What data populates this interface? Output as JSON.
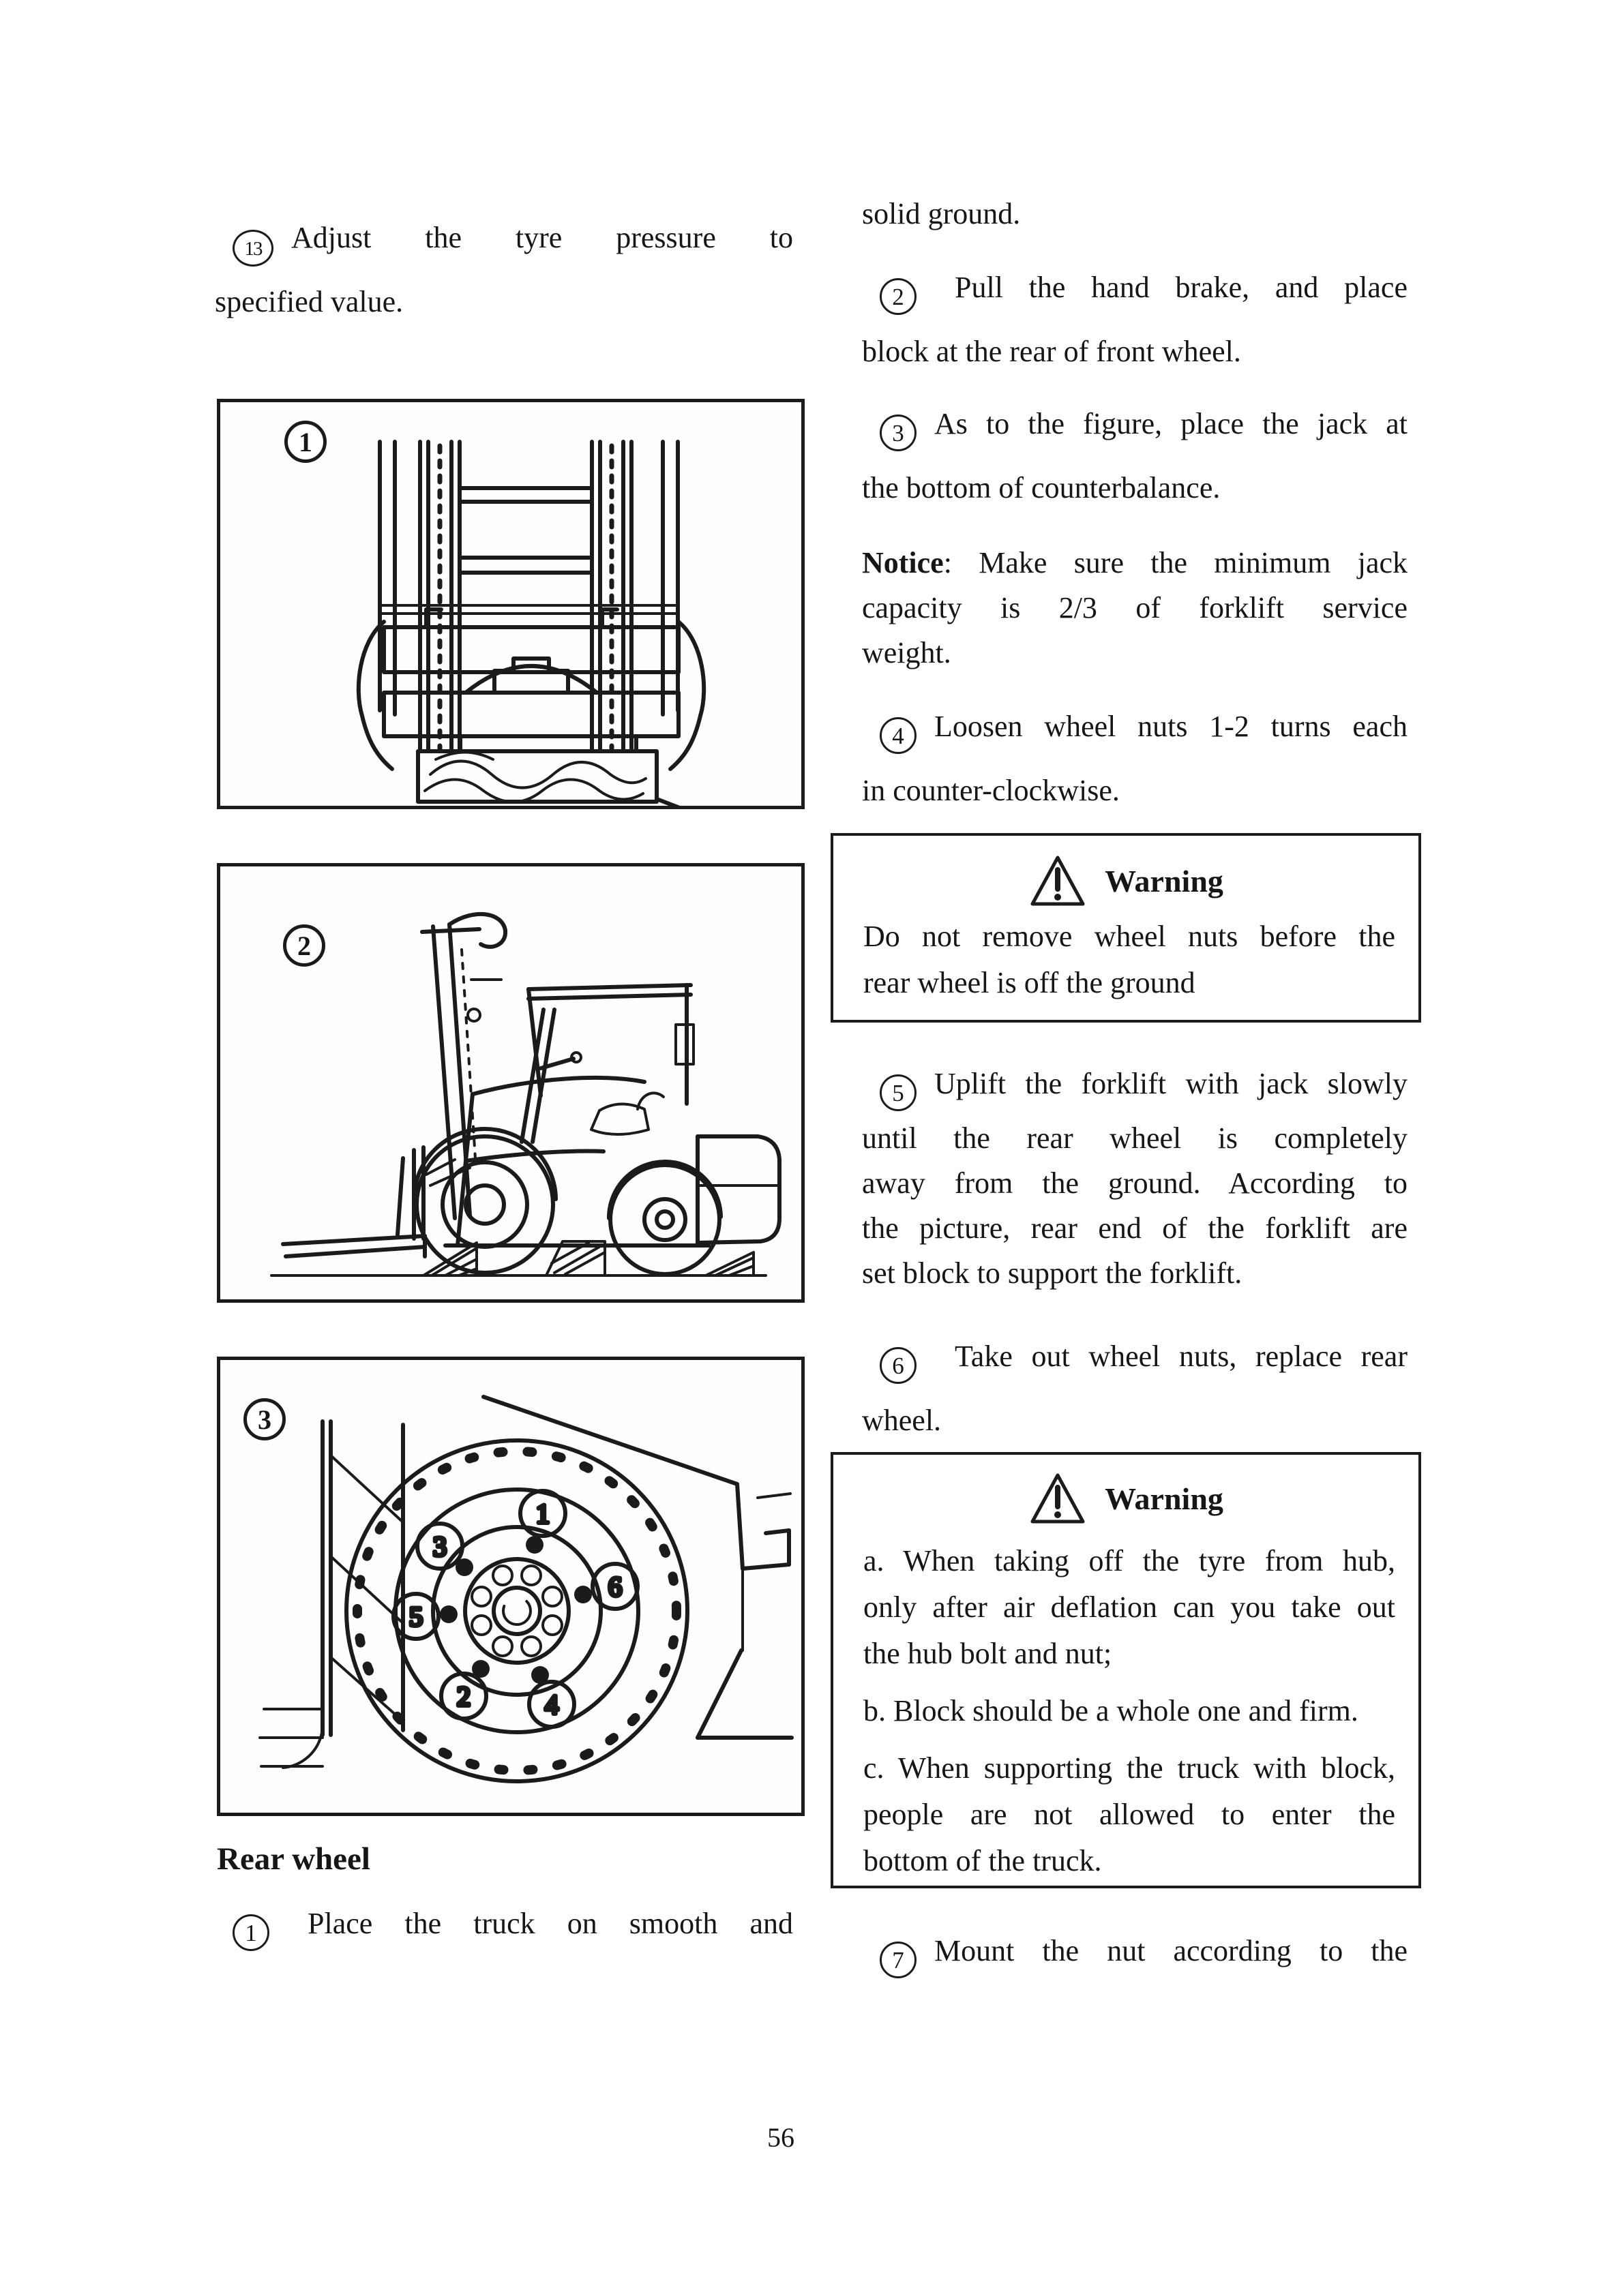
{
  "page": {
    "number": "56",
    "ink_color": "#1b1b1b",
    "paper_color": "#ffffff"
  },
  "left_column": {
    "item13": {
      "number": "13",
      "line1": "Adjust the tyre pressure to",
      "line2": "specified value."
    },
    "figure1": {
      "label": "1"
    },
    "figure2": {
      "label": "2"
    },
    "figure3": {
      "label": "3",
      "nut_numbers": {
        "n1": "1",
        "n2": "2",
        "n3": "3",
        "n4": "4",
        "n5": "5",
        "n6": "6"
      }
    },
    "caption": "Rear wheel",
    "item1": {
      "number": "1",
      "line1": "Place the truck on smooth and"
    }
  },
  "right_column": {
    "item1_cont": "solid ground.",
    "item2": {
      "number": "2",
      "line1": "Pull the hand brake, and place",
      "line2": "block at the rear of front wheel."
    },
    "item3": {
      "number": "3",
      "line1": "As to the figure, place the jack at",
      "line2": "the bottom of counterbalance."
    },
    "notice": {
      "label": "Notice",
      "line1": ": Make sure the minimum jack",
      "line2": "capacity is 2/3 of forklift service",
      "line3": "weight."
    },
    "item4": {
      "number": "4",
      "line1": "Loosen wheel nuts 1-2 turns each",
      "line2": "in counter-clockwise."
    },
    "warning1": {
      "title": "Warning",
      "line1": "Do not remove wheel nuts before the",
      "line2": "rear wheel is off the ground"
    },
    "item5": {
      "number": "5",
      "line1": "Uplift the forklift with jack slowly",
      "line2": "until the rear wheel is completely",
      "line3": "away from the ground. According to",
      "line4": "the picture, rear end of the forklift are",
      "line5": "set block to support the forklift."
    },
    "item6": {
      "number": "6",
      "line1": "Take out wheel nuts, replace rear",
      "line2": "wheel."
    },
    "warning2": {
      "title": "Warning",
      "a_line1": "a. When taking off the tyre from hub,",
      "a_line2": "only after air deflation can you take out",
      "a_line3": "the hub bolt and nut;",
      "b_line1": "b. Block should be a whole one and firm.",
      "c_line1": "c. When supporting the truck with block,",
      "c_line2": "people are not allowed to enter the",
      "c_line3": "bottom of the truck."
    },
    "item7": {
      "number": "7",
      "line1": "Mount the nut according to the"
    }
  }
}
